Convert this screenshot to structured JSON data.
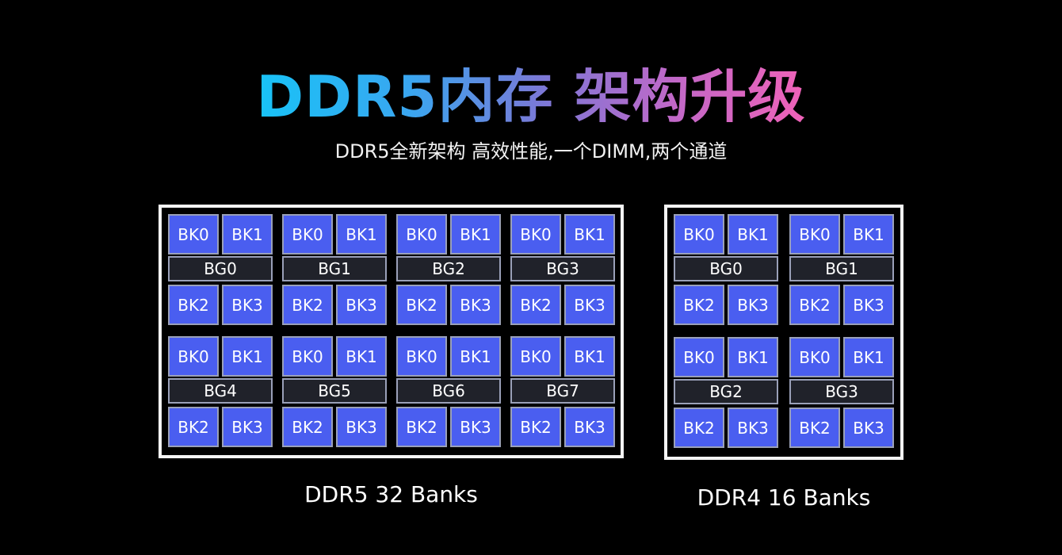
{
  "header": {
    "title": "DDR5内存 架构升级",
    "subtitle": "DDR5全新架构 高效性能,一个DIMM,两个通道"
  },
  "colors": {
    "bank": "#4a5ef0",
    "bank_group_bar": "#20222a",
    "title_gradient_start": "#18c3f7",
    "title_gradient_end": "#f062b8",
    "background": "#000000"
  },
  "ddr5": {
    "caption": "DDR5 32 Banks",
    "groups": [
      {
        "label": "BG0",
        "banks": [
          "BK0",
          "BK1",
          "BK2",
          "BK3"
        ]
      },
      {
        "label": "BG1",
        "banks": [
          "BK0",
          "BK1",
          "BK2",
          "BK3"
        ]
      },
      {
        "label": "BG2",
        "banks": [
          "BK0",
          "BK1",
          "BK2",
          "BK3"
        ]
      },
      {
        "label": "BG3",
        "banks": [
          "BK0",
          "BK1",
          "BK2",
          "BK3"
        ]
      },
      {
        "label": "BG4",
        "banks": [
          "BK0",
          "BK1",
          "BK2",
          "BK3"
        ]
      },
      {
        "label": "BG5",
        "banks": [
          "BK0",
          "BK1",
          "BK2",
          "BK3"
        ]
      },
      {
        "label": "BG6",
        "banks": [
          "BK0",
          "BK1",
          "BK2",
          "BK3"
        ]
      },
      {
        "label": "BG7",
        "banks": [
          "BK0",
          "BK1",
          "BK2",
          "BK3"
        ]
      }
    ]
  },
  "ddr4": {
    "caption": "DDR4 16 Banks",
    "groups": [
      {
        "label": "BG0",
        "banks": [
          "BK0",
          "BK1",
          "BK2",
          "BK3"
        ]
      },
      {
        "label": "BG1",
        "banks": [
          "BK0",
          "BK1",
          "BK2",
          "BK3"
        ]
      },
      {
        "label": "BG2",
        "banks": [
          "BK0",
          "BK1",
          "BK2",
          "BK3"
        ]
      },
      {
        "label": "BG3",
        "banks": [
          "BK0",
          "BK1",
          "BK2",
          "BK3"
        ]
      }
    ]
  }
}
